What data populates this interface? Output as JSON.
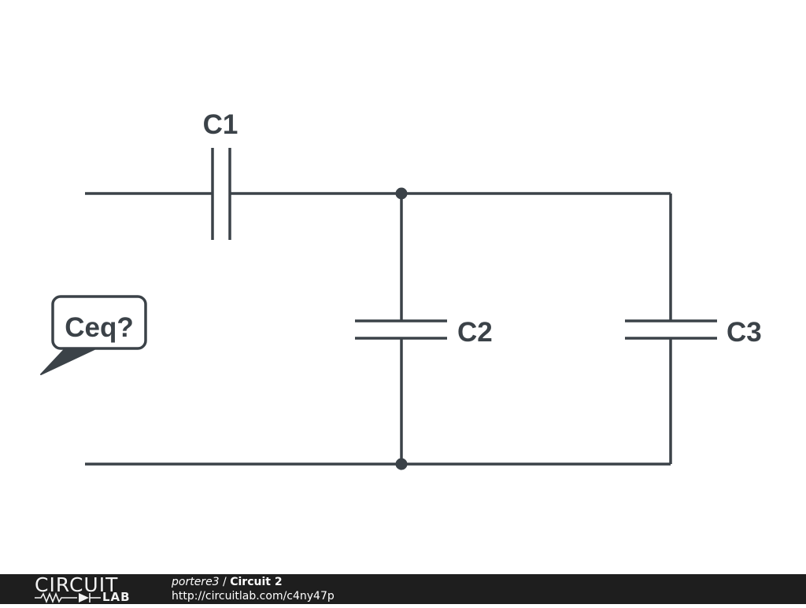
{
  "schematic": {
    "components": {
      "c1": {
        "label": "C1"
      },
      "c2": {
        "label": "C2"
      },
      "c3": {
        "label": "C3"
      }
    },
    "callout": {
      "text": "Ceq?"
    },
    "colors": {
      "wire": "#3b4248",
      "background": "#ffffff"
    }
  },
  "footer": {
    "logo_top": "CIRCUIT",
    "logo_bottom": "LAB",
    "author": "portere3",
    "separator": " / ",
    "title": "Circuit 2",
    "url": "http://circuitlab.com/c4ny47p",
    "background": "#1e1e1e"
  }
}
